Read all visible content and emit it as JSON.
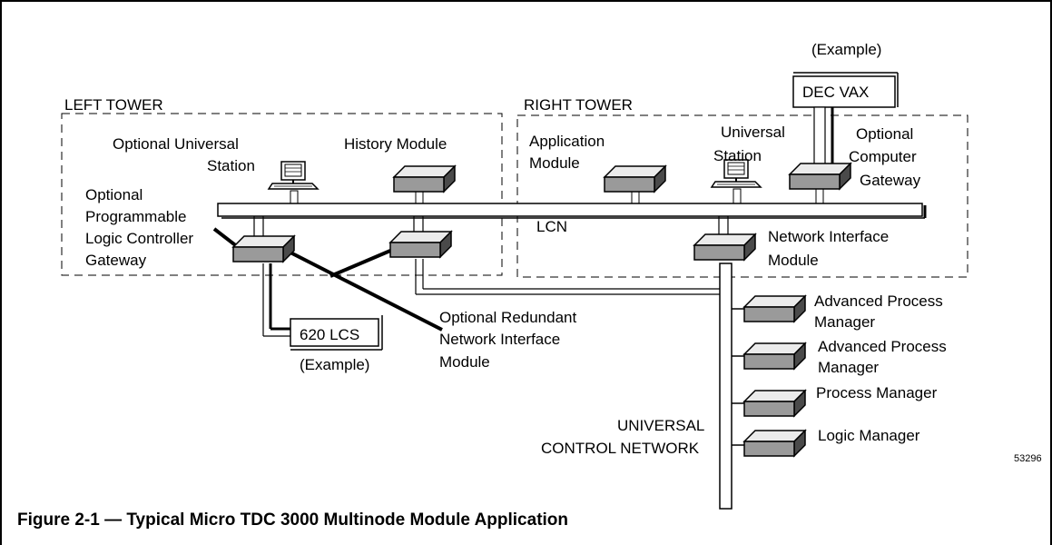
{
  "figure": {
    "caption": "Figure 2-1 — Typical Micro TDC 3000 Multinode Module Application",
    "ref_number": "53296"
  },
  "left_tower": {
    "title": "LEFT TOWER",
    "universal_station": [
      "Optional Universal",
      "Station"
    ],
    "history_module": "History Module",
    "plc_gateway": [
      "Optional",
      "Programmable",
      "Logic Controller",
      "Gateway"
    ]
  },
  "right_tower": {
    "title": "RIGHT TOWER",
    "application_module": [
      "Application",
      "Module"
    ],
    "universal_station": [
      "Universal",
      "Station"
    ],
    "computer_gateway": [
      "Optional",
      "Computer",
      "Gateway"
    ],
    "network_interface_module": [
      "Network Interface",
      "Module"
    ]
  },
  "external": {
    "dec_vax_example": "(Example)",
    "dec_vax": "DEC VAX",
    "lcs": "620 LCS",
    "lcs_example": "(Example)"
  },
  "networks": {
    "lcn": "LCN",
    "ucn": [
      "UNIVERSAL",
      "CONTROL NETWORK"
    ]
  },
  "redundant_nim": [
    "Optional Redundant",
    "Network Interface",
    "Module"
  ],
  "ucn_devices": [
    [
      "Advanced Process",
      "Manager"
    ],
    [
      "Advanced Process",
      "Manager"
    ],
    [
      "Process Manager"
    ],
    [
      "Logic Manager"
    ]
  ]
}
